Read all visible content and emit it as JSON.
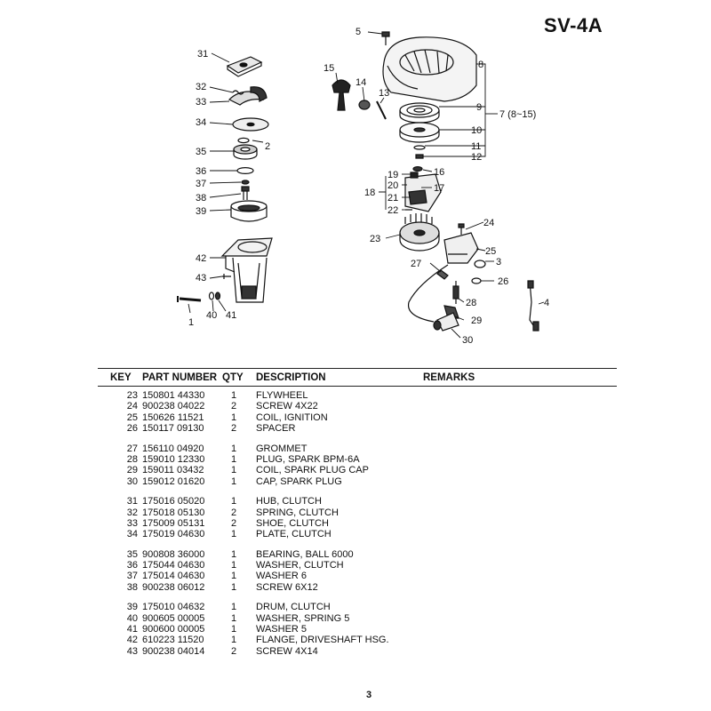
{
  "page": {
    "model": "SV-4A",
    "page_number": "3"
  },
  "diagram": {
    "callouts": {
      "c1": "1",
      "c2": "2",
      "c3": "3",
      "c4": "4",
      "c5": "5",
      "c8": "8",
      "c9": "9",
      "c7": "7 (8~15)",
      "c10": "10",
      "c11": "11",
      "c12": "12",
      "c13": "13",
      "c14": "14",
      "c15": "15",
      "c16": "16",
      "c17": "17",
      "c18": "18",
      "c19": "19",
      "c20": "20",
      "c21": "21",
      "c22": "22",
      "c23": "23",
      "c24": "24",
      "c25": "25",
      "c26": "26",
      "c27": "27",
      "c28": "28",
      "c29": "29",
      "c30": "30",
      "c31": "31",
      "c32": "32",
      "c33": "33",
      "c34": "34",
      "c35": "35",
      "c36": "36",
      "c37": "37",
      "c38": "38",
      "c39": "39",
      "c40": "40",
      "c41": "41",
      "c42": "42",
      "c43": "43"
    }
  },
  "table": {
    "headers": {
      "key": "KEY",
      "part": "PART NUMBER",
      "qty": "QTY",
      "desc": "DESCRIPTION",
      "remarks": "REMARKS"
    },
    "groups": [
      [
        {
          "key": "23",
          "part": "150801 44330",
          "qty": "1",
          "desc": "FLYWHEEL",
          "remarks": ""
        },
        {
          "key": "24",
          "part": "900238 04022",
          "qty": "2",
          "desc": "SCREW  4X22",
          "remarks": ""
        },
        {
          "key": "25",
          "part": "150626 11521",
          "qty": "1",
          "desc": "COIL, IGNITION",
          "remarks": ""
        },
        {
          "key": "26",
          "part": "150117 09130",
          "qty": "2",
          "desc": "SPACER",
          "remarks": ""
        }
      ],
      [
        {
          "key": "27",
          "part": "156110 04920",
          "qty": "1",
          "desc": "GROMMET",
          "remarks": ""
        },
        {
          "key": "28",
          "part": "159010 12330",
          "qty": "1",
          "desc": "PLUG, SPARK BPM-6A",
          "remarks": ""
        },
        {
          "key": "29",
          "part": "159011 03432",
          "qty": "1",
          "desc": "COIL, SPARK PLUG CAP",
          "remarks": ""
        },
        {
          "key": "30",
          "part": "159012 01620",
          "qty": "1",
          "desc": "CAP, SPARK PLUG",
          "remarks": ""
        }
      ],
      [
        {
          "key": "31",
          "part": "175016 05020",
          "qty": "1",
          "desc": "HUB, CLUTCH",
          "remarks": ""
        },
        {
          "key": "32",
          "part": "175018 05130",
          "qty": "2",
          "desc": "SPRING, CLUTCH",
          "remarks": ""
        },
        {
          "key": "33",
          "part": "175009 05131",
          "qty": "2",
          "desc": "SHOE, CLUTCH",
          "remarks": ""
        },
        {
          "key": "34",
          "part": "175019 04630",
          "qty": "1",
          "desc": "PLATE, CLUTCH",
          "remarks": ""
        }
      ],
      [
        {
          "key": "35",
          "part": "900808 36000",
          "qty": "1",
          "desc": "BEARING, BALL  6000",
          "remarks": ""
        },
        {
          "key": "36",
          "part": "175044 04630",
          "qty": "1",
          "desc": "WASHER, CLUTCH",
          "remarks": ""
        },
        {
          "key": "37",
          "part": "175014 04630",
          "qty": "1",
          "desc": "WASHER  6",
          "remarks": ""
        },
        {
          "key": "38",
          "part": "900238 06012",
          "qty": "1",
          "desc": "SCREW  6X12",
          "remarks": ""
        }
      ],
      [
        {
          "key": "39",
          "part": "175010 04632",
          "qty": "1",
          "desc": "DRUM, CLUTCH",
          "remarks": ""
        },
        {
          "key": "40",
          "part": "900605 00005",
          "qty": "1",
          "desc": "WASHER, SPRING  5",
          "remarks": ""
        },
        {
          "key": "41",
          "part": "900600 00005",
          "qty": "1",
          "desc": "WASHER  5",
          "remarks": ""
        },
        {
          "key": "42",
          "part": "610223 11520",
          "qty": "1",
          "desc": "FLANGE, DRIVESHAFT HSG.",
          "remarks": ""
        },
        {
          "key": "43",
          "part": "900238 04014",
          "qty": "2",
          "desc": "SCREW  4X14",
          "remarks": ""
        }
      ]
    ]
  }
}
